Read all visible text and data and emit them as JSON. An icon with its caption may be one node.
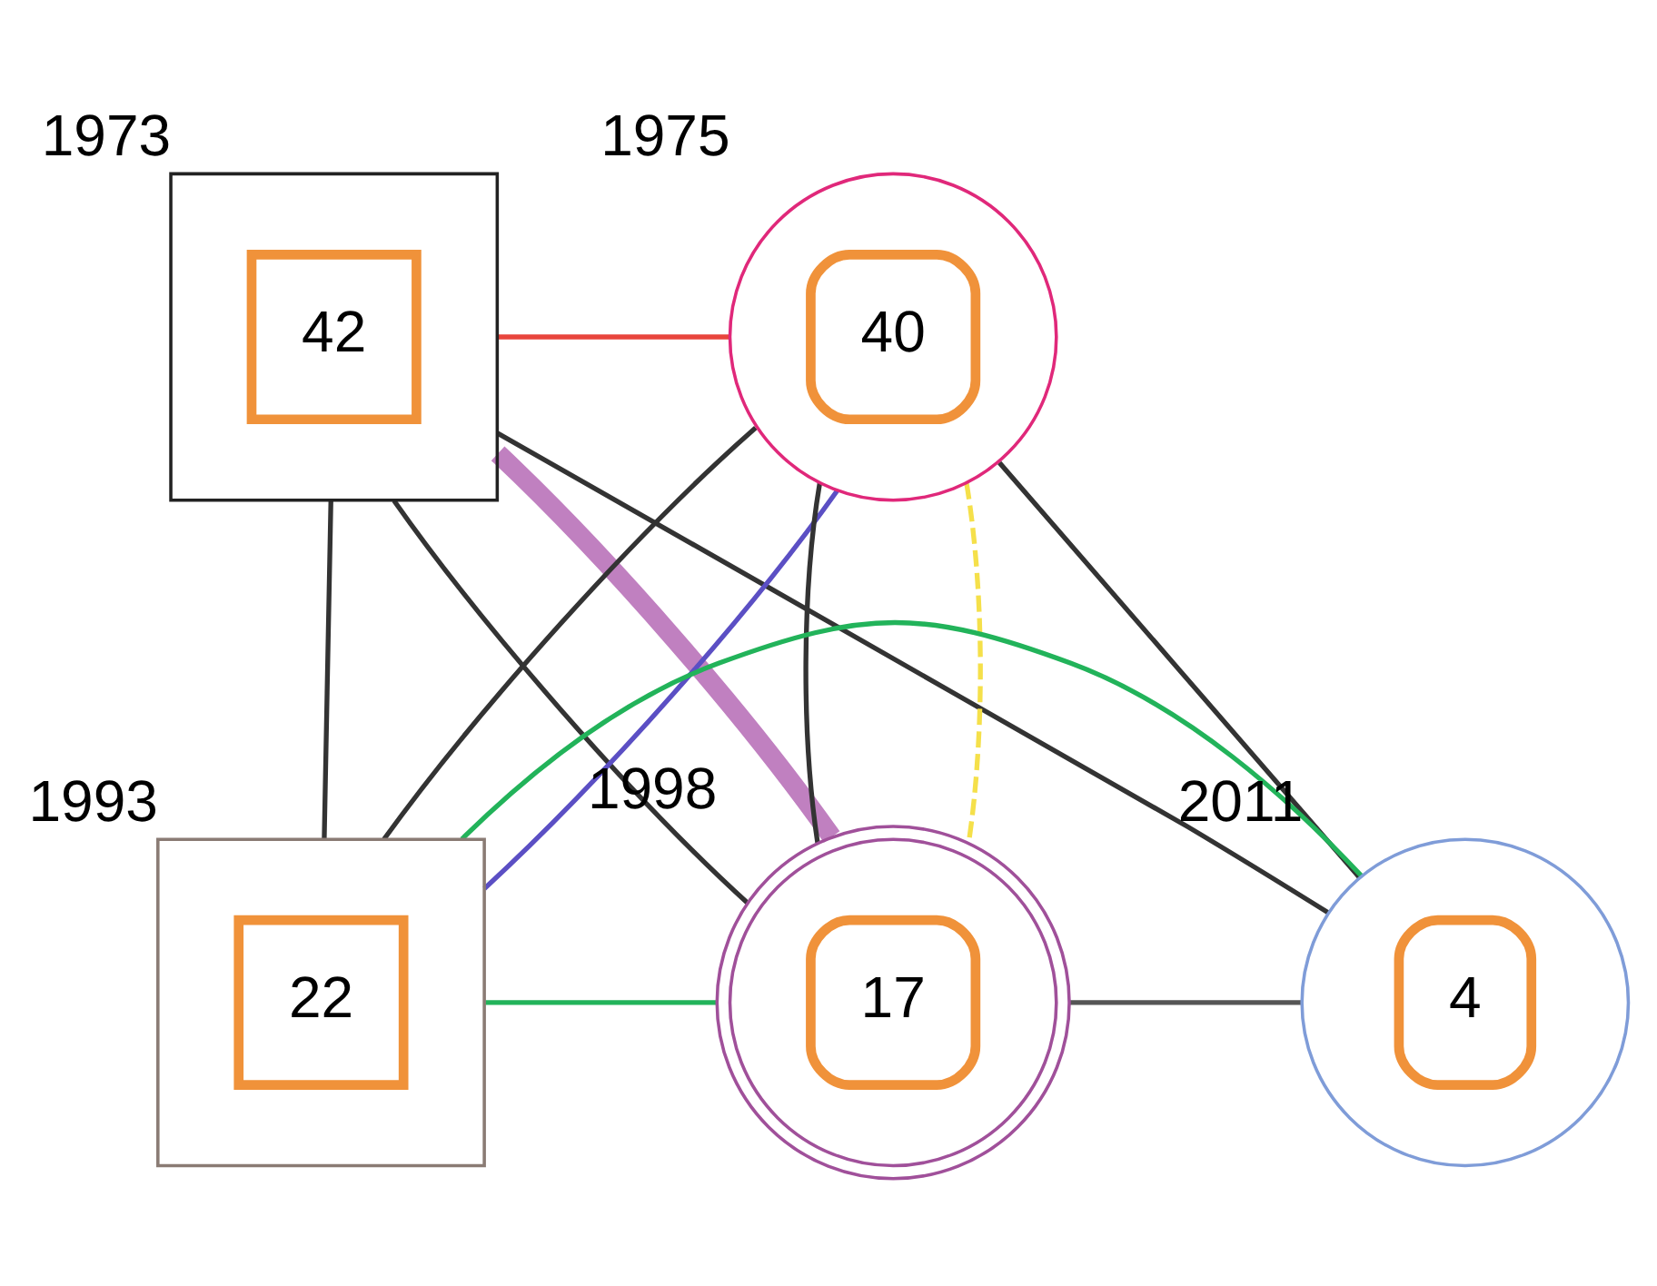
{
  "diagram": {
    "nodes": [
      {
        "text": [
          "42"
        ],
        "beside": [
          "1973"
        ]
      },
      {
        "text": [
          "40"
        ],
        "beside": [
          "1975"
        ]
      },
      {
        "text": [
          "22"
        ],
        "beside": [
          "1993"
        ]
      },
      {
        "text": [
          "17"
        ],
        "beside": [
          "1998"
        ]
      },
      {
        "text": [
          "4"
        ],
        "beside": [
          "2011"
        ]
      }
    ],
    "edges": [
      {
        "from": 0,
        "to": 1,
        "arrow": "none",
        "color": "#e8453c"
      },
      {
        "from": 0,
        "to": 2,
        "arrow": "none",
        "color": "#333333"
      },
      {
        "from": 0,
        "to": 3,
        "arrow": "none",
        "color": "#333333"
      },
      {
        "from": 0,
        "to": 4,
        "arrow": "none",
        "color": "#333333"
      },
      {
        "from": 1,
        "to": 2,
        "arrow": "none",
        "color": "#333333"
      },
      {
        "from": 1,
        "to": 3,
        "arrow": "none",
        "color": "#333333"
      },
      {
        "from": 1,
        "to": 4,
        "arrow": "none",
        "color": "#333333"
      },
      {
        "from": 1,
        "to": 2,
        "arrow": "none",
        "color": "#5b4fc4"
      },
      {
        "from": 1,
        "to": 3,
        "arrow": "none",
        "style": "dashed",
        "color": "#f5e04a"
      },
      {
        "from": 2,
        "to": 3,
        "arrow": "none",
        "color": "#22b35a"
      },
      {
        "from": 3,
        "to": 4,
        "arrow": "none",
        "color": "#555555"
      },
      {
        "from": 2,
        "to": 4,
        "arrow": "none",
        "color": "#22b35a"
      },
      {
        "from": 0,
        "to": 3,
        "arrow": "none",
        "style": "thick",
        "color": "#c080c0"
      }
    ]
  }
}
